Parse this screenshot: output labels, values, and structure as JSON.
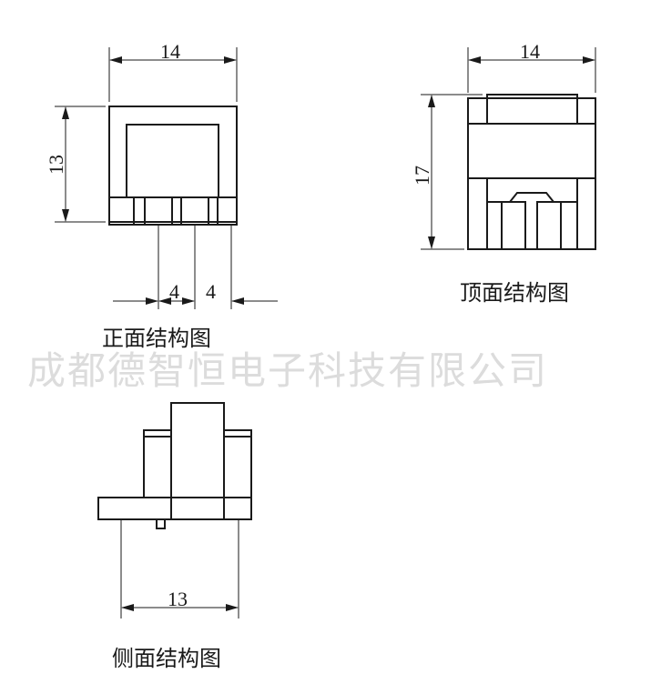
{
  "watermark": "成都德智恒电子科技有限公司",
  "views": {
    "front": {
      "caption": "正面结构图",
      "width_label": "14",
      "height_label": "13",
      "pitch_labels": [
        "4",
        "4"
      ]
    },
    "top": {
      "caption": "顶面结构图",
      "width_label": "14",
      "height_label": "17"
    },
    "side": {
      "caption": "侧面结构图",
      "width_label": "13"
    }
  }
}
